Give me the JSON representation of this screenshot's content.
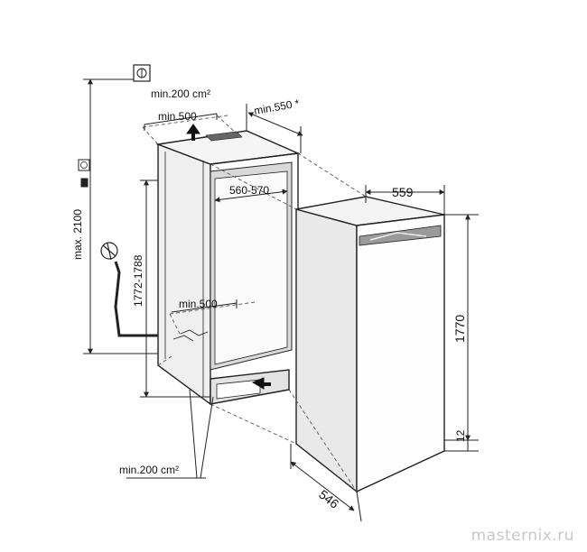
{
  "labels": {
    "max_height": "max. 2100",
    "min_area_top": "min.200 cm²",
    "min_top_depth": "min.500",
    "min_depth_550": "min.550 *",
    "niche_width": "560-570",
    "niche_height": "1772-1788",
    "min_bottom_depth": "min.500",
    "min_area_bottom": "min.200 cm²",
    "appliance_width": "559",
    "appliance_height": "1770",
    "appliance_depth": "546",
    "gap_bottom": "12"
  },
  "watermark": "masternix.ru",
  "colors": {
    "line": "#222222",
    "shade": "#e9e9e9",
    "watermark": "#c9c9c9"
  }
}
